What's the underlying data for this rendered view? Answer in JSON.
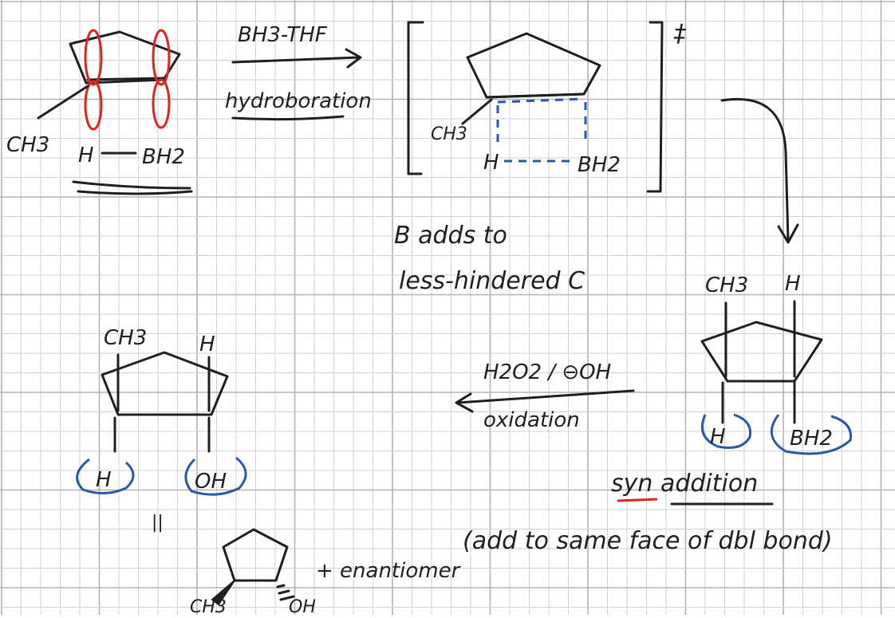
{
  "colors": {
    "ink": "#1f1f1f",
    "grid_minor": "#d2d2d2",
    "grid_major": "#b3b3b3",
    "orbital_red": "#e0241c",
    "circle_blue": "#2b57a8"
  },
  "reactant": {
    "ch3": "CH3",
    "h": "H",
    "bh2": "BH2"
  },
  "step1": {
    "reagent": "BH3-THF",
    "name": "hydroboration"
  },
  "transition_state": {
    "ch3": "CH3",
    "h": "H",
    "bh2": "BH2",
    "mark": "‡"
  },
  "note_regio": {
    "line1": "B adds to",
    "line2": "less-hindered C"
  },
  "intermediate": {
    "ch3": "CH3",
    "h_top": "H",
    "h_bottom": "H",
    "bh2": "BH2"
  },
  "syn_note": {
    "line1": "syn addition",
    "line2": "(add to same face of dbl bond)"
  },
  "step2": {
    "reagent": "H2O2 / ⊖OH",
    "name": "oxidation"
  },
  "product": {
    "ch3": "CH3",
    "h_top": "H",
    "h_bottom": "H",
    "oh": "OH",
    "equals": "||"
  },
  "final": {
    "ch3": "CH3",
    "oh": "OH",
    "enantiomer": "+ enantiomer"
  }
}
